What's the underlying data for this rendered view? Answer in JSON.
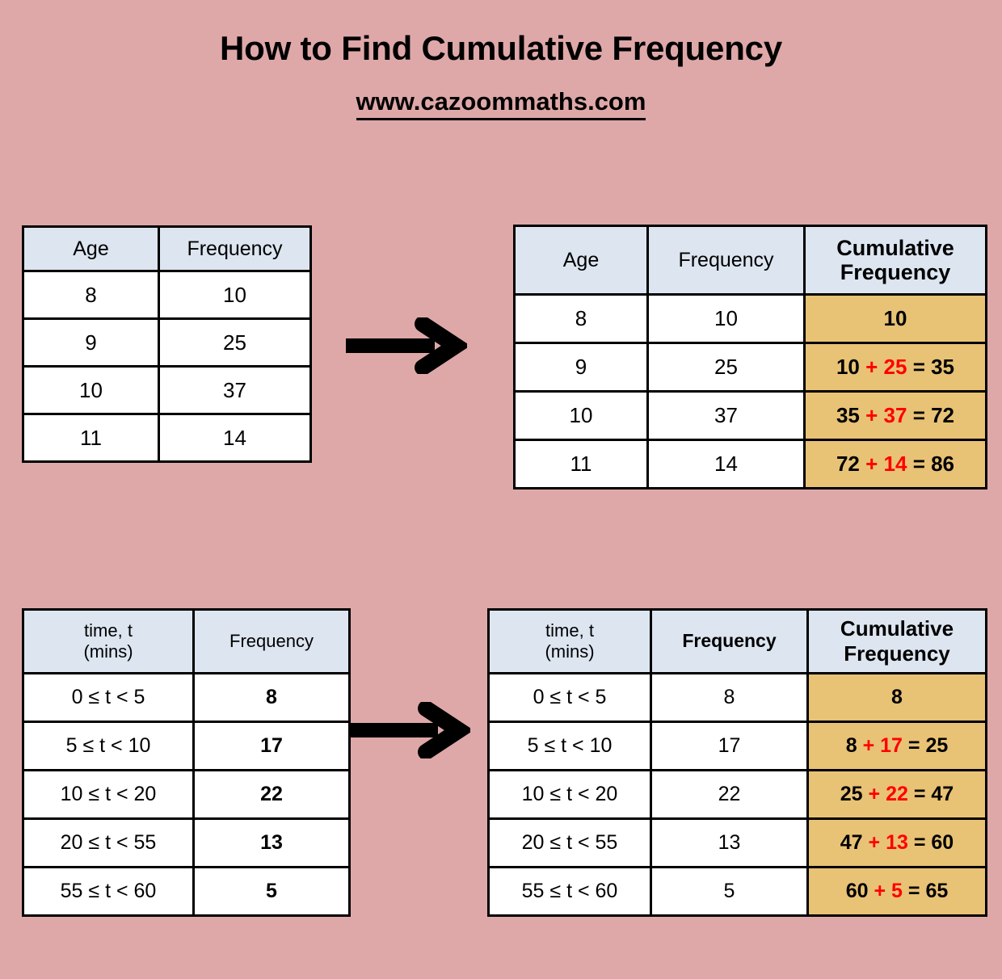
{
  "header": {
    "title": "How to Find Cumulative Frequency",
    "website": "www.cazoommaths.com"
  },
  "colors": {
    "background": "#dfa8a8",
    "header_fill": "#dce5f0",
    "cumulative_fill": "#e8c275",
    "highlight_text": "#ff0000",
    "border": "#000000"
  },
  "icons": {
    "arrow": "right-arrow-icon"
  },
  "table1": {
    "name": "age-frequency-source-table",
    "headers": [
      "Age",
      "Frequency"
    ],
    "rows": [
      {
        "age": "8",
        "frequency": "10"
      },
      {
        "age": "9",
        "frequency": "25"
      },
      {
        "age": "10",
        "frequency": "37"
      },
      {
        "age": "11",
        "frequency": "14"
      }
    ]
  },
  "table2": {
    "name": "age-cumulative-frequency-table",
    "headers": [
      "Age",
      "Frequency",
      "Cumulative Frequency"
    ],
    "header3_line1": "Cumulative",
    "header3_line2": "Frequency",
    "rows": [
      {
        "age": "8",
        "frequency": "10",
        "freq_is_red": false,
        "cumulative_prev": "",
        "cumulative_add": "",
        "cumulative_eq": "",
        "cumulative_total": "10",
        "cumulative_display": "10"
      },
      {
        "age": "9",
        "frequency": "25",
        "freq_is_red": true,
        "cumulative_prev": "10",
        "cumulative_add": "+ 25",
        "cumulative_eq": "= 35",
        "cumulative_total": "35",
        "cumulative_display": "10 + 25 = 35"
      },
      {
        "age": "10",
        "frequency": "37",
        "freq_is_red": true,
        "cumulative_prev": "35",
        "cumulative_add": "+ 37",
        "cumulative_eq": "= 72",
        "cumulative_total": "72",
        "cumulative_display": "35 + 37 = 72"
      },
      {
        "age": "11",
        "frequency": "14",
        "freq_is_red": true,
        "cumulative_prev": "72",
        "cumulative_add": "+ 14",
        "cumulative_eq": "= 86",
        "cumulative_total": "86",
        "cumulative_display": "72 + 14 = 86"
      }
    ]
  },
  "table3": {
    "name": "time-frequency-source-table",
    "header1_line1": "time, t",
    "header1_line2": "(mins)",
    "headers": [
      "time, t (mins)",
      "Frequency"
    ],
    "rows": [
      {
        "interval": "0 ≤ t < 5",
        "frequency": "8"
      },
      {
        "interval": "5 ≤ t < 10",
        "frequency": "17"
      },
      {
        "interval": "10 ≤ t < 20",
        "frequency": "22"
      },
      {
        "interval": "20 ≤ t < 55",
        "frequency": "13"
      },
      {
        "interval": "55 ≤ t < 60",
        "frequency": "5"
      }
    ]
  },
  "table4": {
    "name": "time-cumulative-frequency-table",
    "header1_line1": "time, t",
    "header1_line2": "(mins)",
    "header3_line1": "Cumulative",
    "header3_line2": "Frequency",
    "headers": [
      "time, t (mins)",
      "Frequency",
      "Cumulative Frequency"
    ],
    "rows": [
      {
        "interval": "0 ≤ t < 5",
        "frequency": "8",
        "freq_is_red": false,
        "cumulative_prev": "",
        "cumulative_add": "",
        "cumulative_eq": "",
        "cumulative_total": "8",
        "cumulative_display": "8"
      },
      {
        "interval": "5 ≤ t < 10",
        "frequency": "17",
        "freq_is_red": true,
        "cumulative_prev": "8",
        "cumulative_add": "+ 17",
        "cumulative_eq": "= 25",
        "cumulative_total": "25",
        "cumulative_display": "8 + 17 = 25"
      },
      {
        "interval": "10 ≤ t < 20",
        "frequency": "22",
        "freq_is_red": true,
        "cumulative_prev": "25",
        "cumulative_add": "+ 22",
        "cumulative_eq": "= 47",
        "cumulative_total": "47",
        "cumulative_display": "25 + 22 = 47"
      },
      {
        "interval": "20 ≤ t < 55",
        "frequency": "13",
        "freq_is_red": true,
        "cumulative_prev": "47",
        "cumulative_add": "+ 13",
        "cumulative_eq": "= 60",
        "cumulative_total": "60",
        "cumulative_display": "47 + 13 = 60"
      },
      {
        "interval": "55 ≤ t < 60",
        "frequency": "5",
        "freq_is_red": true,
        "cumulative_prev": "60",
        "cumulative_add": "+ 5",
        "cumulative_eq": "= 65",
        "cumulative_total": "65",
        "cumulative_display": "60 + 5 = 65"
      }
    ]
  }
}
